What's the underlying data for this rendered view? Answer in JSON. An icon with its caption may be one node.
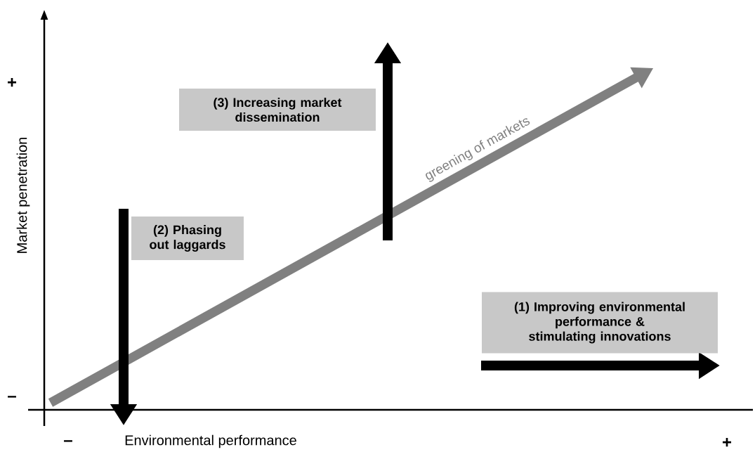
{
  "diagram": {
    "nodes": [
      {
        "text": [
          "(3) Increasing market dissemination"
        ]
      },
      {
        "text": [
          "(2) Phasing out laggards"
        ]
      },
      {
        "text": [
          "(1) Improving environmental performance & stimulating innovations"
        ]
      }
    ],
    "labels": [
      "+",
      "greening of markets",
      "Market penetration",
      "–",
      "–",
      "Environmental performance",
      "+"
    ]
  }
}
